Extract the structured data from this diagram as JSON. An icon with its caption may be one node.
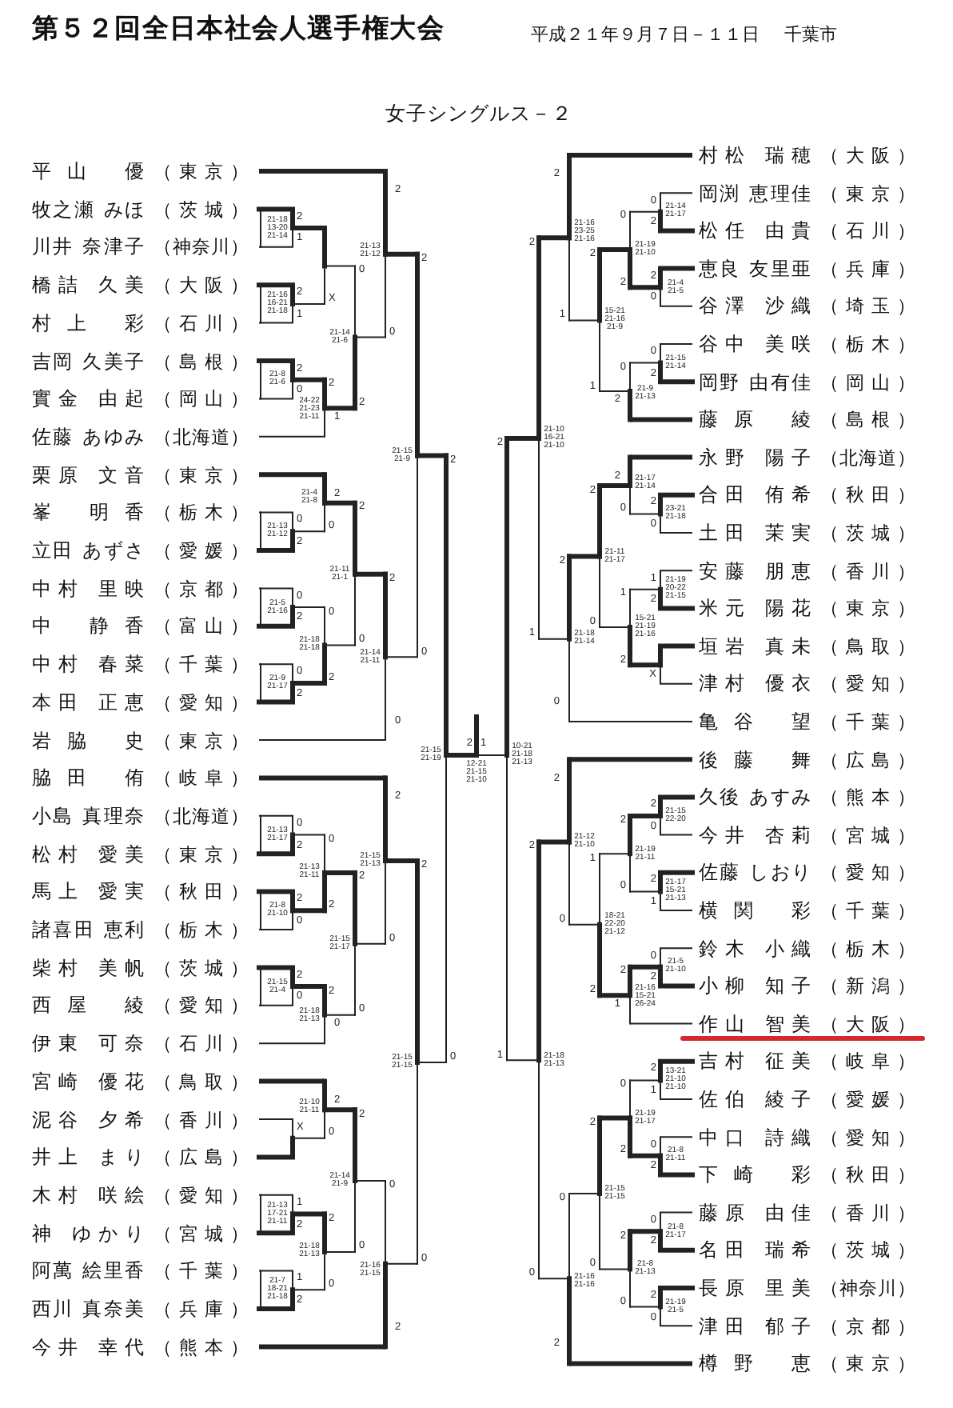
{
  "diagram": {
    "title": "第５２回全日本社会人選手権大会",
    "nodes": [
      {
        "text": [
          "平山 優",
          "（東京）"
        ]
      },
      {
        "text": [
          "牧之瀬 みほ",
          "（茨城）"
        ]
      },
      {
        "text": [
          "川井 奈津子",
          "（神奈川）"
        ]
      },
      {
        "text": [
          "橋詰 久美",
          "（大阪）"
        ]
      },
      {
        "text": [
          "村上 彩",
          "（石川）"
        ]
      },
      {
        "text": [
          "吉岡 久美子",
          "（島根）"
        ]
      },
      {
        "text": [
          "實金 由起",
          "（岡山）"
        ]
      },
      {
        "text": [
          "佐藤 あゆみ",
          "（北海道）"
        ]
      },
      {
        "text": [
          "栗原 文音",
          "（東京）"
        ]
      },
      {
        "text": [
          "峯 明香",
          "（栃木）"
        ]
      },
      {
        "text": [
          "立田 あずさ",
          "（愛媛）"
        ]
      },
      {
        "text": [
          "中村 里映",
          "（京都）"
        ]
      },
      {
        "text": [
          "中 静香",
          "（富山）"
        ]
      },
      {
        "text": [
          "中村 春菜",
          "（千葉）"
        ]
      },
      {
        "text": [
          "本田 正恵",
          "（愛知）"
        ]
      },
      {
        "text": [
          "岩脇 史",
          "（東京）"
        ]
      },
      {
        "text": [
          "脇田 侑",
          "（岐阜）"
        ]
      },
      {
        "text": [
          "小島 真理奈",
          "（北海道）"
        ]
      },
      {
        "text": [
          "松村 愛美",
          "（東京）"
        ]
      },
      {
        "text": [
          "馬上 愛実",
          "（秋田）"
        ]
      },
      {
        "text": [
          "諸喜田 恵利",
          "（栃木）"
        ]
      },
      {
        "text": [
          "柴村 美帆",
          "（茨城）"
        ]
      },
      {
        "text": [
          "西屋 綾",
          "（愛知）"
        ]
      },
      {
        "text": [
          "伊東 可奈",
          "（石川）"
        ]
      },
      {
        "text": [
          "宮崎 優花",
          "（鳥取）"
        ]
      },
      {
        "text": [
          "泥谷 夕希",
          "（香川）"
        ]
      },
      {
        "text": [
          "井上 まり",
          "（広島）"
        ]
      },
      {
        "text": [
          "木村 咲絵",
          "（愛知）"
        ]
      },
      {
        "text": [
          "神 ゆかり",
          "（宮城）"
        ]
      },
      {
        "text": [
          "阿萬 絵里香",
          "（千葉）"
        ]
      },
      {
        "text": [
          "西川 真奈美",
          "（兵庫）"
        ]
      },
      {
        "text": [
          "今井 幸代",
          "（熊本）"
        ]
      },
      {
        "text": [
          "村松 瑞穂",
          "（大阪）"
        ]
      },
      {
        "text": [
          "岡渕 恵理佳",
          "（東京）"
        ]
      },
      {
        "text": [
          "松任 由貴",
          "（石川）"
        ]
      },
      {
        "text": [
          "恵良 友里亜",
          "（兵庫）"
        ]
      },
      {
        "text": [
          "谷澤 沙織",
          "（埼玉）"
        ]
      },
      {
        "text": [
          "谷中 美咲",
          "（栃木）"
        ]
      },
      {
        "text": [
          "岡野 由有佳",
          "（岡山）"
        ]
      },
      {
        "text": [
          "藤原 綾",
          "（島根）"
        ]
      },
      {
        "text": [
          "永野 陽子",
          "（北海道）"
        ]
      },
      {
        "text": [
          "合田 侑希",
          "（秋田）"
        ]
      },
      {
        "text": [
          "土田 茉実",
          "（茨城）"
        ]
      },
      {
        "text": [
          "安藤 朋恵",
          "（香川）"
        ]
      },
      {
        "text": [
          "米元 陽花",
          "（東京）"
        ]
      },
      {
        "text": [
          "垣岩 真未",
          "（鳥取）"
        ]
      },
      {
        "text": [
          "津村 優衣",
          "（愛知）"
        ]
      },
      {
        "text": [
          "亀谷 望",
          "（千葉）"
        ]
      },
      {
        "text": [
          "後藤 舞",
          "（広島）"
        ]
      },
      {
        "text": [
          "久後 あすみ",
          "（熊本）"
        ]
      },
      {
        "text": [
          "今井 杏莉",
          "（宮城）"
        ]
      },
      {
        "text": [
          "佐藤 しおり",
          "（愛知）"
        ]
      },
      {
        "text": [
          "横関 彩",
          "（千葉）"
        ]
      },
      {
        "text": [
          "鈴木 小織",
          "（栃木）"
        ]
      },
      {
        "text": [
          "小柳 知子",
          "（新潟）"
        ]
      },
      {
        "text": [
          "作山 智美",
          "（大阪）"
        ]
      },
      {
        "text": [
          "吉村 征美",
          "（岐阜）"
        ]
      },
      {
        "text": [
          "佐伯 綾子",
          "（愛媛）"
        ]
      },
      {
        "text": [
          "中口 詩織",
          "（愛知）"
        ]
      },
      {
        "text": [
          "下崎 彩",
          "（秋田）"
        ]
      },
      {
        "text": [
          "藤原 由佳",
          "（香川）"
        ]
      },
      {
        "text": [
          "名田 瑞希",
          "（茨城）"
        ]
      },
      {
        "text": [
          "長原 里美",
          "（神奈川）"
        ]
      },
      {
        "text": [
          "津田 郁子",
          "（京都）"
        ]
      },
      {
        "text": [
          "樽野 恵",
          "（東京）"
        ]
      }
    ],
    "edges": [
      {
        "from": 0,
        "to": null,
        "arrow": "none",
        "style": "thick"
      },
      {
        "from": 1,
        "to": 2,
        "arrow": "none"
      },
      {
        "from": 3,
        "to": 4,
        "arrow": "none"
      },
      {
        "from": 5,
        "to": 6,
        "arrow": "none"
      },
      {
        "from": 7,
        "to": null,
        "arrow": "none"
      },
      {
        "from": 8,
        "to": null,
        "arrow": "none",
        "style": "thick"
      },
      {
        "from": 9,
        "to": 10,
        "arrow": "none"
      },
      {
        "from": 11,
        "to": 12,
        "arrow": "none"
      },
      {
        "from": 13,
        "to": 14,
        "arrow": "none"
      },
      {
        "from": 15,
        "to": null,
        "arrow": "none"
      },
      {
        "from": 16,
        "to": null,
        "arrow": "none",
        "style": "thick"
      },
      {
        "from": 17,
        "to": 18,
        "arrow": "none"
      },
      {
        "from": 19,
        "to": 20,
        "arrow": "none"
      },
      {
        "from": 21,
        "to": 22,
        "arrow": "none"
      },
      {
        "from": 23,
        "to": null,
        "arrow": "none"
      },
      {
        "from": 24,
        "to": null,
        "arrow": "none",
        "style": "thick"
      },
      {
        "from": 25,
        "to": 26,
        "arrow": "none"
      },
      {
        "from": 27,
        "to": 28,
        "arrow": "none"
      },
      {
        "from": 29,
        "to": 30,
        "arrow": "none"
      },
      {
        "from": 31,
        "to": null,
        "arrow": "none",
        "style": "thick"
      },
      {
        "from": 32,
        "to": null,
        "arrow": "none",
        "style": "thick"
      },
      {
        "from": 33,
        "to": 34,
        "arrow": "none"
      },
      {
        "from": 35,
        "to": 36,
        "arrow": "none"
      },
      {
        "from": 37,
        "to": 38,
        "arrow": "none"
      },
      {
        "from": 39,
        "to": null,
        "arrow": "none",
        "style": "thick"
      },
      {
        "from": 40,
        "to": null,
        "arrow": "none",
        "style": "thick"
      },
      {
        "from": 41,
        "to": 42,
        "arrow": "none"
      },
      {
        "from": 43,
        "to": 44,
        "arrow": "none"
      },
      {
        "from": 45,
        "to": 46,
        "arrow": "none"
      },
      {
        "from": 47,
        "to": null,
        "arrow": "none"
      },
      {
        "from": 48,
        "to": null,
        "arrow": "none",
        "style": "thick"
      },
      {
        "from": 49,
        "to": 50,
        "arrow": "none"
      },
      {
        "from": 51,
        "to": 52,
        "arrow": "none"
      },
      {
        "from": 53,
        "to": 54,
        "arrow": "none"
      },
      {
        "from": 55,
        "to": null,
        "arrow": "none"
      },
      {
        "from": 56,
        "to": 57,
        "arrow": "none"
      },
      {
        "from": 58,
        "to": 59,
        "arrow": "none"
      },
      {
        "from": 60,
        "to": 61,
        "arrow": "none"
      },
      {
        "from": 62,
        "to": 63,
        "arrow": "none"
      },
      {
        "from": 64,
        "to": null,
        "arrow": "none",
        "style": "thick"
      }
    ],
    "labels": [
      "平成２１年９月７日－１１日 千葉市",
      "女子シングルス－２",
      "2",
      "21-18 13-20 21-14",
      "1",
      "2",
      "21-16 16-21 21-18",
      "1",
      "X",
      "2",
      "21-8 21-6",
      "0",
      "2",
      "24-22 21-23 21-11",
      "1",
      "0",
      "21-14 21-6",
      "2",
      "2",
      "21-13 21-12",
      "0",
      "0",
      "21-13 21-12",
      "2",
      "2",
      "21-4 21-8",
      "0",
      "0",
      "21-5 21-16",
      "2",
      "0",
      "21-9 21-17",
      "2",
      "0",
      "21-18 21-18",
      "2",
      "2",
      "21-11 21-1",
      "0",
      "2",
      "21-14 21-11",
      "0",
      "2",
      "21-15 21-9",
      "0",
      "0",
      "21-13 21-17",
      "2",
      "2",
      "21-8 21-10",
      "0",
      "0",
      "21-13 21-11",
      "2",
      "2",
      "21-15 21-4",
      "0",
      "2",
      "21-18 21-13",
      "0",
      "2",
      "21-15 21-17",
      "0",
      "2",
      "21-15 21-13",
      "0",
      "X",
      "2",
      "21-10 21-11",
      "0",
      "1",
      "21-13 17-21 21-11",
      "2",
      "1",
      "21-7 18-21 21-18",
      "2",
      "2",
      "21-18 21-13",
      "0",
      "2",
      "21-14 21-9",
      "0",
      "0",
      "21-16 21-15",
      "2",
      "2",
      "21-15 21-15",
      "0",
      "2",
      "21-15 21-19",
      "0",
      "0",
      "21-14 21-17",
      "2",
      "2",
      "21-4 21-5",
      "0",
      "0",
      "21-19 21-10",
      "2",
      "0",
      "21-15 21-14",
      "2",
      "0",
      "21-9 21-13",
      "2",
      "2",
      "15-21 21-16 21-9",
      "1",
      "2",
      "21-16 23-25 21-16",
      "1",
      "2",
      "23-21 21-18",
      "0",
      "2",
      "21-17 21-14",
      "0",
      "1",
      "21-19 20-22 21-15",
      "2",
      "X",
      "1",
      "15-21 21-19 21-16",
      "2",
      "2",
      "21-11 21-17",
      "0",
      "2",
      "21-18 21-14",
      "0",
      "2",
      "21-10 16-21 21-10",
      "1",
      "2",
      "21-15 22-20",
      "0",
      "2",
      "21-17 15-21 21-13",
      "1",
      "2",
      "21-19 21-11",
      "0",
      "0",
      "21-5 21-10",
      "2",
      "2",
      "21-16 15-21 26-24",
      "1",
      "1",
      "18-21 22-20 21-12",
      "2",
      "2",
      "21-12 21-10",
      "0",
      "2",
      "13-21 21-10 21-10",
      "1",
      "0",
      "21-8 21-11",
      "2",
      "0",
      "21-19 21-17",
      "2",
      "0",
      "21-8 21-17",
      "2",
      "2",
      "21-19 21-5",
      "0",
      "2",
      "21-8 21-13",
      "0",
      "2",
      "21-15 21-15",
      "0",
      "0",
      "21-16 21-16",
      "2",
      "2",
      "21-18 21-13",
      "0",
      "2",
      "10-21 21-18 21-13",
      "1",
      "2",
      "12-21 21-15 21-10",
      "1"
    ]
  }
}
